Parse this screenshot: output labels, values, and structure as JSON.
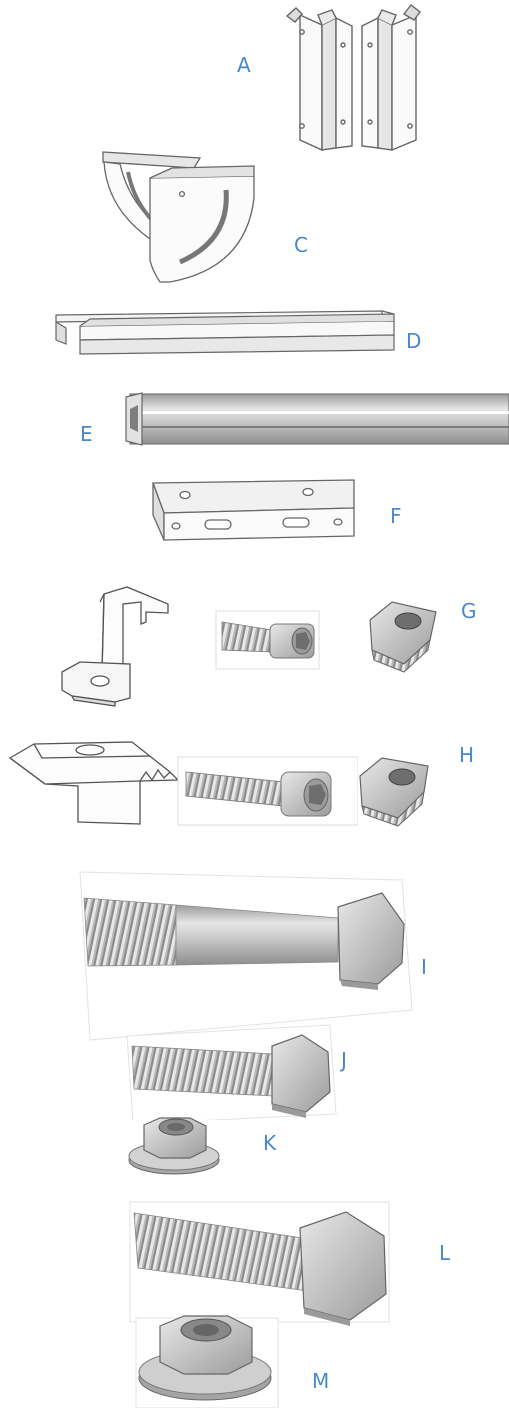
{
  "labels": {
    "a": "A",
    "c": "C",
    "d": "D",
    "e": "E",
    "f": "F",
    "g": "G",
    "h": "H",
    "i": "I",
    "j": "J",
    "k": "K",
    "l": "L",
    "m": "M"
  },
  "colors": {
    "label": "#4a88c7",
    "line": "#666666",
    "metal_light": "#e4e4e4",
    "metal_mid": "#c4c4c4",
    "metal_dark": "#8d8d8d"
  }
}
